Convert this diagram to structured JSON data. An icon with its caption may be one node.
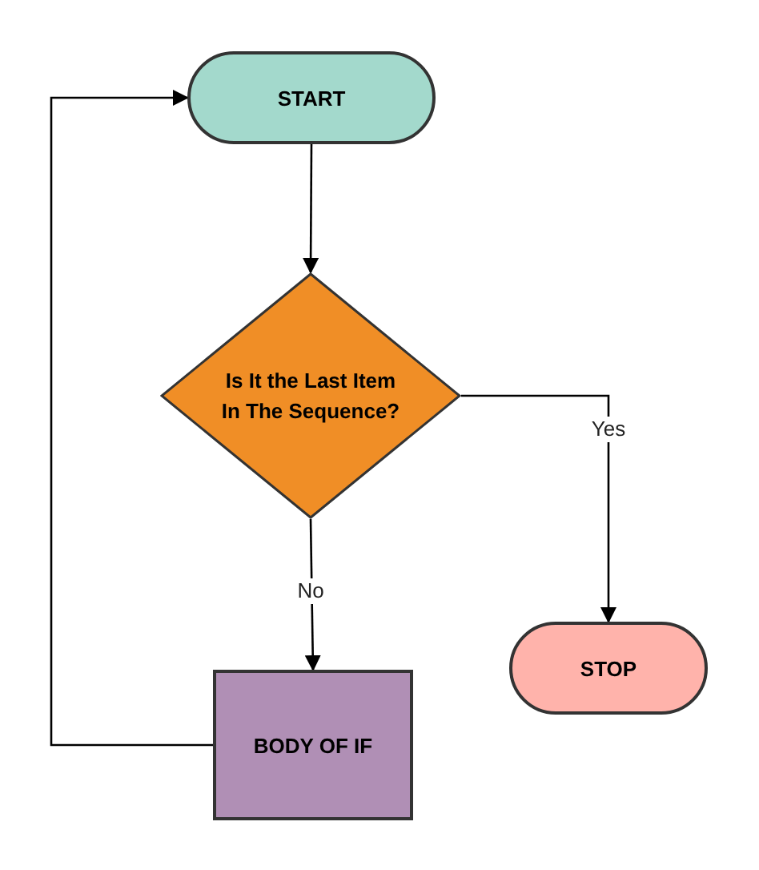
{
  "diagram": {
    "nodes": [
      {
        "text": [
          "START"
        ]
      },
      {
        "text": [
          "Is It the Last Item In The Sequence?"
        ]
      },
      {
        "text": [
          "STOP"
        ]
      },
      {
        "text": [
          "BODY OF IF"
        ]
      }
    ],
    "edges": [
      {
        "from": 0,
        "to": 1,
        "arrow": "to"
      },
      {
        "from": 1,
        "to": 2,
        "arrow": "to",
        "label": "Yes"
      },
      {
        "from": 1,
        "to": 3,
        "arrow": "to",
        "label": "No"
      },
      {
        "from": 3,
        "to": 0,
        "arrow": "to"
      }
    ]
  }
}
